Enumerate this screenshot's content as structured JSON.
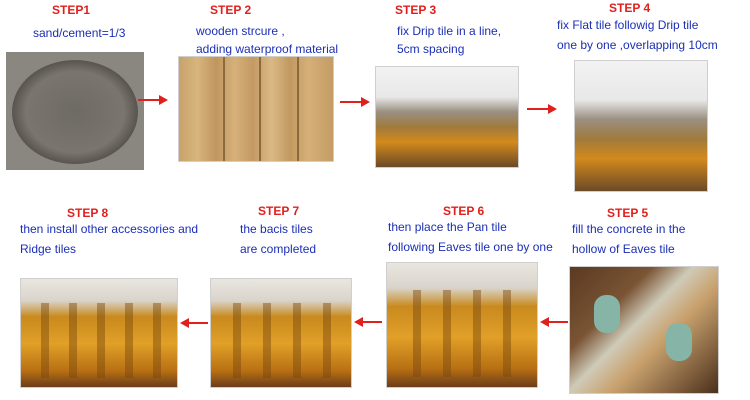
{
  "steps": [
    {
      "title": "STEP1",
      "lines": [
        "sand/cement=1/3"
      ]
    },
    {
      "title": "STEP 2",
      "lines": [
        "wooden strcure ,",
        "adding waterproof material"
      ]
    },
    {
      "title": "STEP 3",
      "lines": [
        "fix Drip tile in a line,",
        "5cm spacing"
      ]
    },
    {
      "title": "STEP 4",
      "lines": [
        "fix Flat tile followig Drip tile",
        "one by one ,overlapping 10cm"
      ]
    },
    {
      "title": "STEP 5",
      "lines": [
        "fill the concrete in the",
        "hollow  of Eaves tile"
      ]
    },
    {
      "title": "STEP 6",
      "lines": [
        "then place the Pan tile",
        "following Eaves tile one by one"
      ]
    },
    {
      "title": "STEP  7",
      "lines": [
        "the bacis tiles",
        "are completed"
      ]
    },
    {
      "title": "STEP 8",
      "lines": [
        "then install other accessories and",
        "Ridge tiles"
      ]
    }
  ],
  "colors": {
    "title": "#e0201c",
    "text": "#1b2fb4",
    "arrow": "#e0201c"
  }
}
